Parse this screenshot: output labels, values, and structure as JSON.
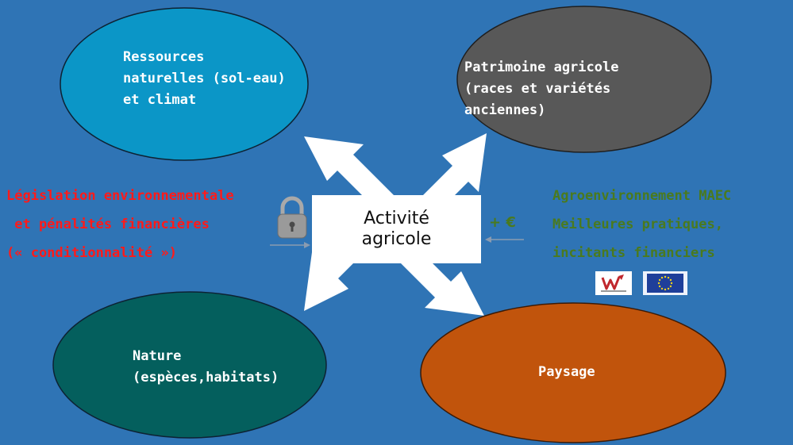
{
  "ellipses": {
    "resources": {
      "lines": [
        "Ressources",
        "naturelles (sol-eau)",
        "et climat"
      ],
      "color": "#0b96c7"
    },
    "heritage": {
      "lines": [
        "Patrimoine agricole",
        "(races et variétés",
        "anciennes)"
      ],
      "color": "#585858"
    },
    "nature": {
      "lines": [
        "Nature",
        "(espèces,habitats)"
      ],
      "color": "#045f5d"
    },
    "landscape": {
      "lines": [
        "Paysage"
      ],
      "color": "#c1540c"
    }
  },
  "center": {
    "lines": [
      "Activité",
      "agricole"
    ]
  },
  "left_block": {
    "lines": [
      "Législation environnementale",
      " et pénalités financières",
      "(« conditionnalité »)"
    ],
    "color": "#ff1a1a",
    "icon": "padlock-icon"
  },
  "right_block": {
    "lines": [
      "Agroenvironnement MAEC",
      "Meilleures pratiques,",
      "incitants financiers"
    ],
    "color": "#4a7a1e",
    "plus_euro": "+ €",
    "logos": [
      "region-wallonne-logo",
      "eu-flag-logo"
    ]
  },
  "colors": {
    "background": "#2f74b5",
    "arrows": "#ffffff"
  }
}
